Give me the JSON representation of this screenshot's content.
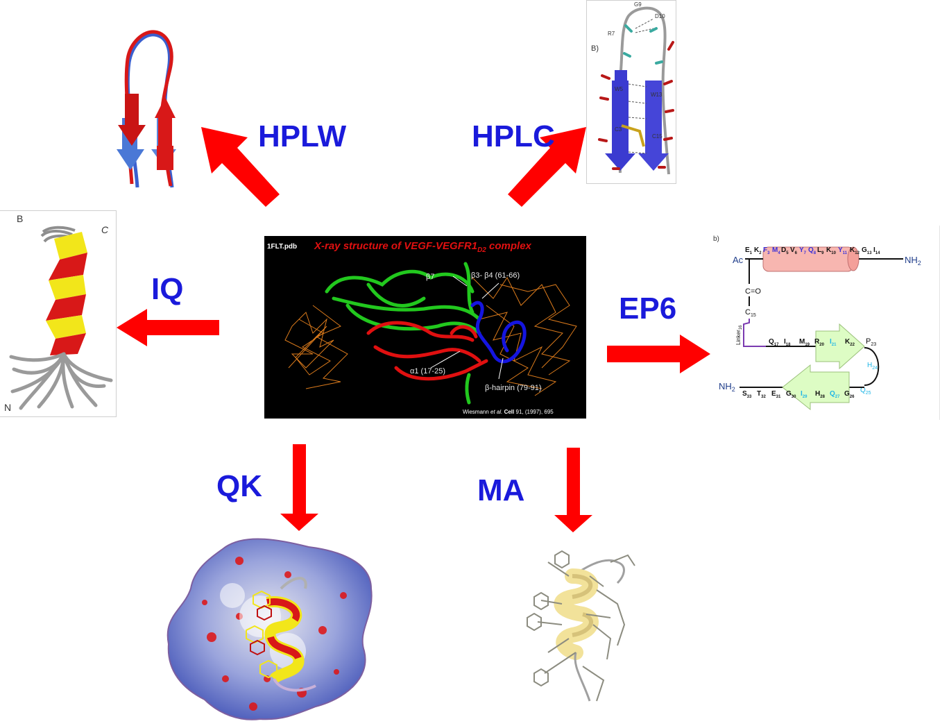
{
  "labels": {
    "hplw": "HPLW",
    "hplc": "HPLC",
    "iq": "IQ",
    "ep6": "EP6",
    "qk": "QK",
    "ma": "MA"
  },
  "center": {
    "file": "1FLT.pdb",
    "title": "X-ray structure of VEGF-VEGFR1",
    "title_sub": "D2",
    "title_end": " complex",
    "ann_b7": "β7",
    "ann_b3b4": "β3- β4 (61-66)",
    "ann_a1": "α1 (17-25)",
    "ann_hairpin": "β-hairpin (79-91)",
    "cite_pre": "Wiesmann ",
    "cite_etal": "et al.",
    "cite_journal": " Cell",
    "cite_post": " 91, (1997), 695"
  },
  "hplc_panel": {
    "tag": "B)",
    "g9": "G9",
    "d10": "D10",
    "r7": "R7",
    "w5": "W5",
    "w13": "W13",
    "c3": "C3",
    "c15": "C15"
  },
  "iq_panel": {
    "tag": "B",
    "c_term": "C",
    "n_term": "N"
  },
  "ep6_panel": {
    "tag": "b)",
    "ac": "Ac",
    "nh2_top": "NH",
    "nh2_bottom": "NH",
    "co": "C=O",
    "c15": "C",
    "linker": "Linker",
    "seq_top": [
      {
        "r": "E",
        "n": "1",
        "hl": false
      },
      {
        "r": "K",
        "n": "2",
        "hl": false
      },
      {
        "r": "F",
        "n": "3",
        "hl": true
      },
      {
        "r": "M",
        "n": "4",
        "hl": true
      },
      {
        "r": "D",
        "n": "5",
        "hl": false
      },
      {
        "r": "V",
        "n": "6",
        "hl": false
      },
      {
        "r": "Y",
        "n": "7",
        "hl": true
      },
      {
        "r": "Q",
        "n": "8",
        "hl": true
      },
      {
        "r": "L",
        "n": "9",
        "hl": false
      },
      {
        "r": "K",
        "n": "10",
        "hl": false
      },
      {
        "r": "Y",
        "n": "11",
        "hl": true
      },
      {
        "r": "K",
        "n": "12",
        "hl": false
      },
      {
        "r": "G",
        "n": "13",
        "hl": false
      },
      {
        "r": "I",
        "n": "14",
        "hl": false
      }
    ],
    "seq_mid": [
      {
        "r": "Q",
        "n": "17",
        "hl": false
      },
      {
        "r": "I",
        "n": "18",
        "hl": false
      },
      {
        "r": "M",
        "n": "19",
        "hl": false
      },
      {
        "r": "R",
        "n": "20",
        "hl": false
      },
      {
        "r": "I",
        "n": "21",
        "hl": true
      },
      {
        "r": "K",
        "n": "22",
        "hl": false
      }
    ],
    "p23": "P",
    "h24": "H",
    "q25": "Q",
    "seq_bot": [
      {
        "r": "S",
        "n": "33",
        "hl": false
      },
      {
        "r": "T",
        "n": "32",
        "hl": false
      },
      {
        "r": "E",
        "n": "31",
        "hl": false
      },
      {
        "r": "G",
        "n": "30",
        "hl": false
      },
      {
        "r": "I",
        "n": "29",
        "hl": true
      },
      {
        "r": "H",
        "n": "28",
        "hl": false
      },
      {
        "r": "Q",
        "n": "27",
        "hl": true
      },
      {
        "r": "G",
        "n": "26",
        "hl": false
      }
    ]
  },
  "colors": {
    "arrow": "#ff0000",
    "label": "#1a1adb",
    "green_strand": "#22c81e",
    "red_strand": "#e01010",
    "blue_strand": "#1515e0",
    "orange_ligand": "#e8821e",
    "cyan_residue": "#1fb6e6",
    "helix_pink": "#f7b6b0",
    "sheet_green": "#ddfcc4"
  }
}
